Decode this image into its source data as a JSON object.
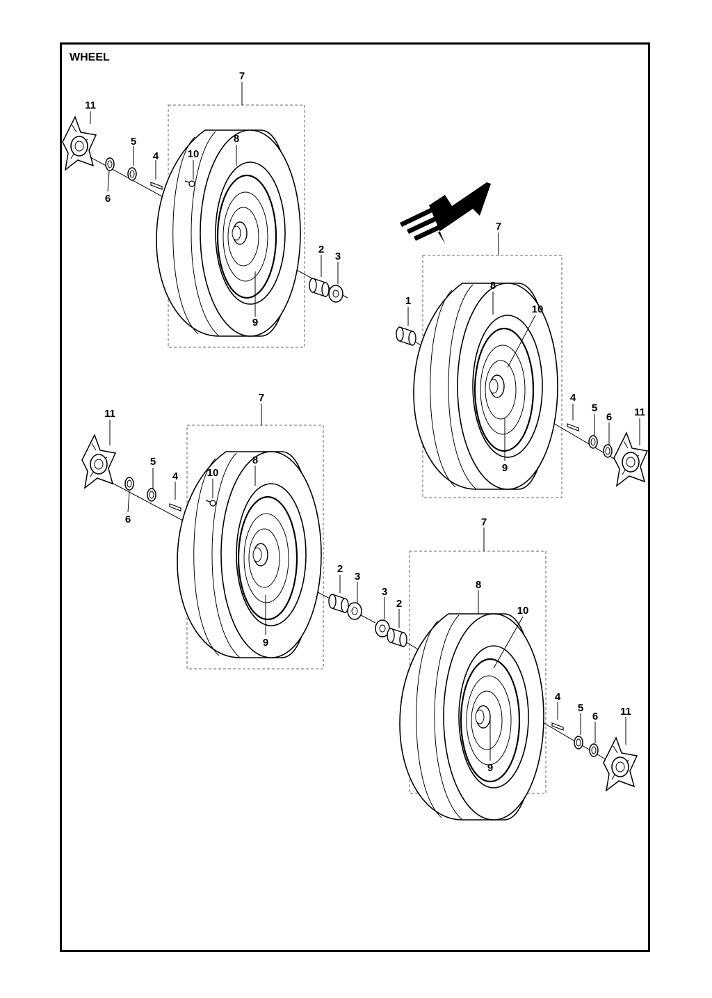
{
  "title": "WHEEL",
  "colors": {
    "line": "#000000",
    "background": "#ffffff",
    "group_box": "#666666"
  },
  "icons": [
    "direction-arrow-icon",
    "hub-cap-icon",
    "wheel-icon"
  ],
  "assemblies": [
    {
      "name": "front-left",
      "labels": [
        "7",
        "11",
        "5",
        "4",
        "10",
        "8",
        "6",
        "2",
        "3",
        "9"
      ]
    },
    {
      "name": "front-right",
      "labels": [
        "7",
        "8",
        "1",
        "10",
        "4",
        "5",
        "6",
        "11",
        "9"
      ]
    },
    {
      "name": "rear-left",
      "labels": [
        "7",
        "11",
        "5",
        "4",
        "10",
        "8",
        "6",
        "2",
        "3",
        "9"
      ]
    },
    {
      "name": "rear-right",
      "labels": [
        "7",
        "8",
        "3",
        "2",
        "10",
        "4",
        "5",
        "6",
        "11",
        "9"
      ]
    }
  ]
}
